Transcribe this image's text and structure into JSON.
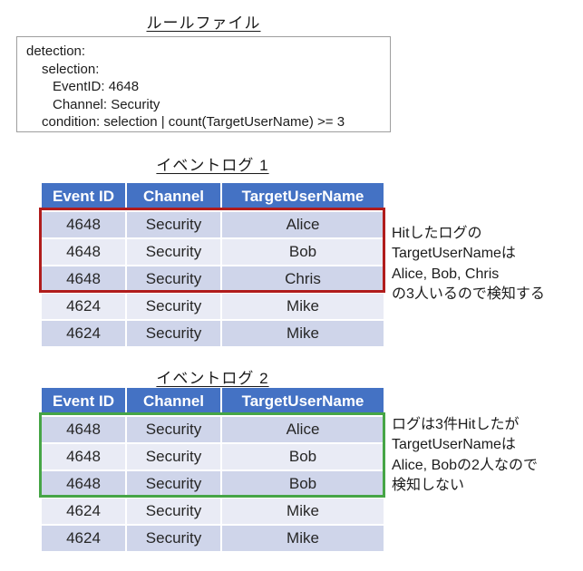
{
  "rule_file": {
    "title": "ルールファイル",
    "lines": [
      "detection:",
      "selection:",
      "EventID: 4648",
      "Channel: Security",
      "condition: selection | count(TargetUserName) >= 3"
    ]
  },
  "colors": {
    "header_blue": "#4472C4",
    "band_dark": "#CFD5EA",
    "band_light": "#E9EBF5",
    "hit_border_red": "#B01C1C",
    "hit_border_green": "#46A546",
    "box_border_gray": "#9E9E9E"
  },
  "tables": [
    {
      "title": "イベントログ 1",
      "headers": [
        "Event ID",
        "Channel",
        "TargetUserName"
      ],
      "rows": [
        [
          "4648",
          "Security",
          "Alice"
        ],
        [
          "4648",
          "Security",
          "Bob"
        ],
        [
          "4648",
          "Security",
          "Chris"
        ],
        [
          "4624",
          "Security",
          "Mike"
        ],
        [
          "4624",
          "Security",
          "Mike"
        ]
      ],
      "highlighted_rows": "1-3",
      "annotation": [
        "Hitしたログの",
        "TargetUserNameは",
        "Alice, Bob, Chris",
        "の3人いるので検知する"
      ]
    },
    {
      "title": "イベントログ 2",
      "headers": [
        "Event ID",
        "Channel",
        "TargetUserName"
      ],
      "rows": [
        [
          "4648",
          "Security",
          "Alice"
        ],
        [
          "4648",
          "Security",
          "Bob"
        ],
        [
          "4648",
          "Security",
          "Bob"
        ],
        [
          "4624",
          "Security",
          "Mike"
        ],
        [
          "4624",
          "Security",
          "Mike"
        ]
      ],
      "highlighted_rows": "1-3",
      "annotation": [
        "ログは3件Hitしたが",
        "TargetUserNameは",
        "Alice, Bobの2人なので",
        "検知しない"
      ]
    }
  ]
}
